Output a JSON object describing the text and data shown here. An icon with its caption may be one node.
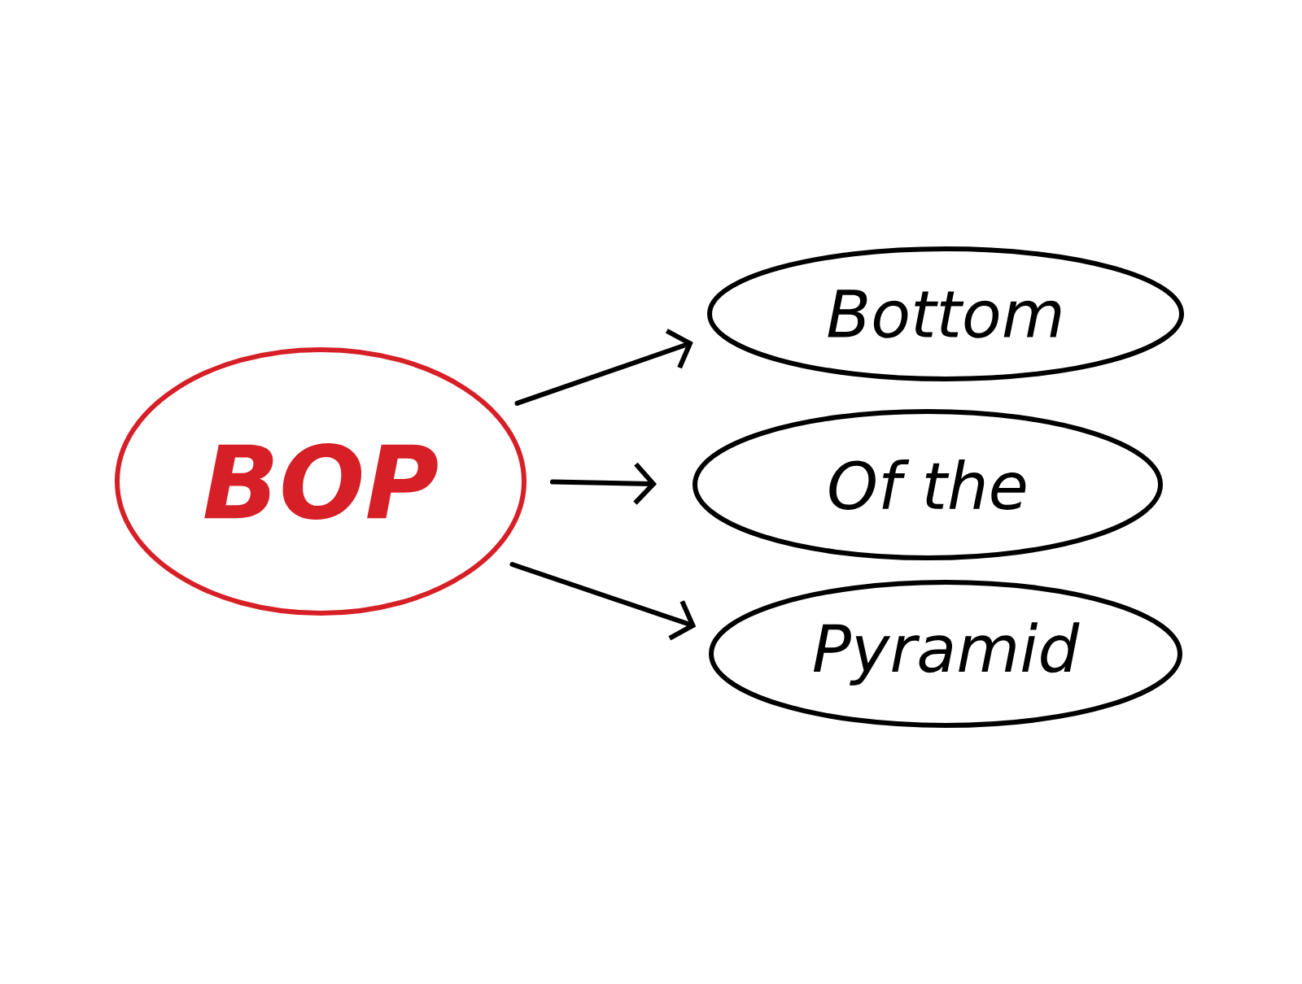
{
  "diagram": {
    "nodes": [
      {
        "text": [
          "BOP"
        ]
      },
      {
        "text": [
          "Bottom"
        ]
      },
      {
        "text": [
          "Of the"
        ]
      },
      {
        "text": [
          "Pyramid"
        ]
      }
    ],
    "edges": [
      {
        "from": 0,
        "to": 1,
        "arrow": "to"
      },
      {
        "from": 0,
        "to": 2,
        "arrow": "to"
      },
      {
        "from": 0,
        "to": 3,
        "arrow": "to"
      }
    ]
  }
}
